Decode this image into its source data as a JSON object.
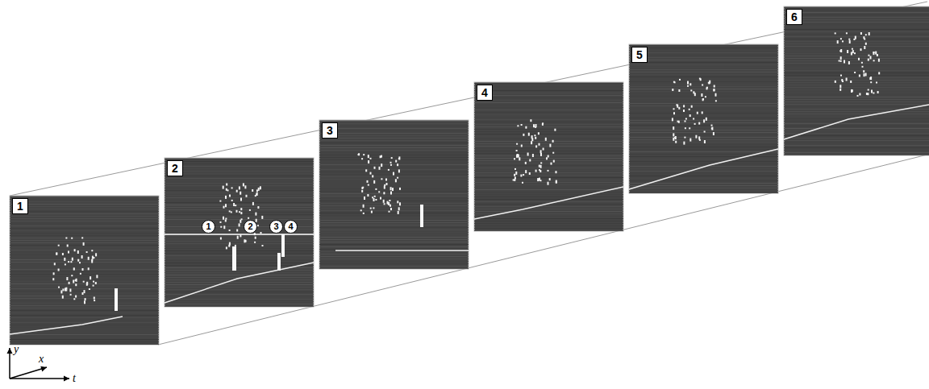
{
  "diagram": {
    "nodes": [
      {
        "text": [
          "1"
        ]
      },
      {
        "text": [
          "2"
        ]
      },
      {
        "text": [
          "1"
        ]
      },
      {
        "text": [
          "2"
        ]
      },
      {
        "text": [
          "3"
        ]
      },
      {
        "text": [
          "4"
        ]
      },
      {
        "text": [
          "3"
        ]
      },
      {
        "text": [
          "4"
        ]
      },
      {
        "text": [
          "5"
        ]
      },
      {
        "text": [
          "6"
        ]
      }
    ],
    "labels": [
      "y",
      "x",
      "t"
    ]
  }
}
